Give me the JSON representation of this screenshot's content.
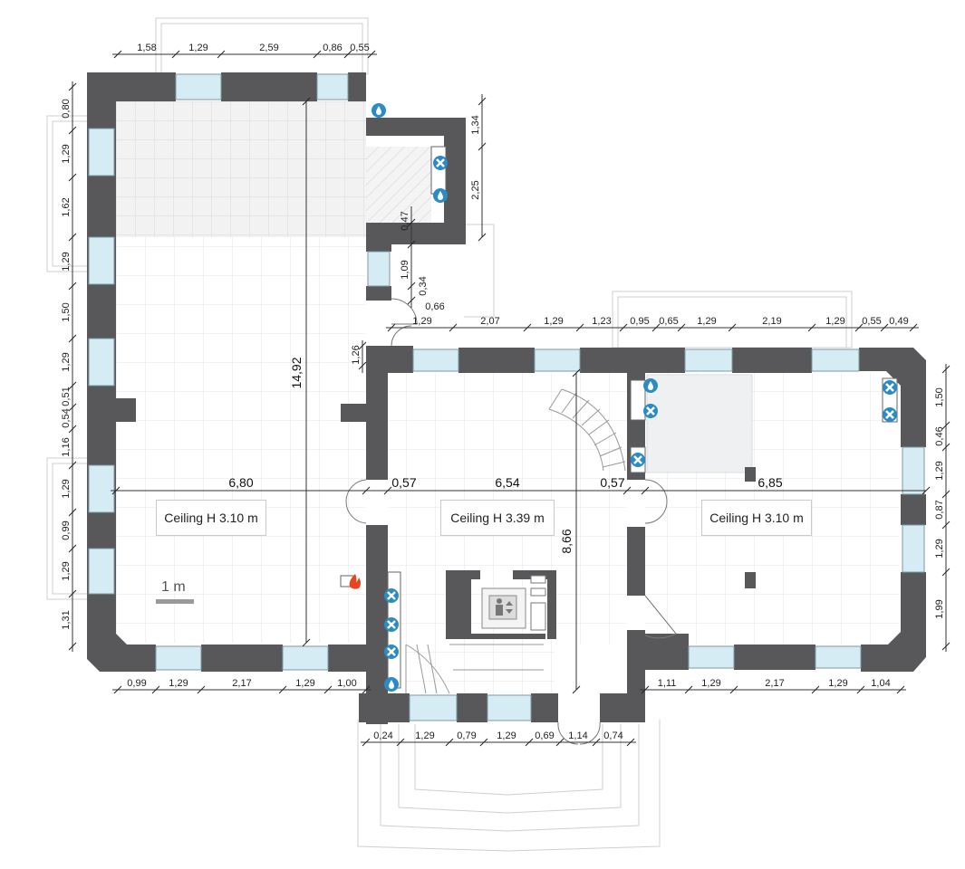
{
  "labels": {
    "ceiling_left": "Ceiling H 3.10 m",
    "ceiling_center": "Ceiling H 3.39 m",
    "ceiling_right": "Ceiling H 3.10 m",
    "scale": "1 m"
  },
  "dims": {
    "top_left": [
      "1,58",
      "1,29",
      "2,59",
      "0,86",
      "0,55"
    ],
    "top_right": [
      "1,29",
      "2,07",
      "1,29",
      "1,23",
      "0,95",
      "0,65",
      "1,29",
      "2,19",
      "1,29",
      "0,55",
      "0,49"
    ],
    "left": [
      "0,80",
      "1,29",
      "1,62",
      "1,29",
      "1,50",
      "1,29",
      "0,51",
      "0,54",
      "1,16",
      "1,29",
      "0,99",
      "1,29",
      "1,31"
    ],
    "right": [
      "1,50",
      "0,46",
      "1,29",
      "0,87",
      "1,29",
      "1,99"
    ],
    "bottom_left": [
      "0,99",
      "1,29",
      "2,17",
      "1,29",
      "1,00"
    ],
    "bottom_right": [
      "1,11",
      "1,29",
      "2,17",
      "1,29",
      "1,04"
    ],
    "entrance": [
      "0,24",
      "1,29",
      "0,79",
      "1,29",
      "0,69",
      "1,14",
      "0,74"
    ],
    "inner": [
      "1,34",
      "2,25",
      "0,47",
      "1,09",
      "0,34",
      "0,66",
      "1,26"
    ],
    "middle_row": [
      "6,80",
      "0,57",
      "6,54",
      "0,57",
      "6,85"
    ],
    "long": [
      "14,92",
      "8,66"
    ]
  },
  "icons": {
    "water": "water-drop-icon",
    "fan": "ventilation-fan-icon",
    "fire": "fireplace-icon",
    "elevator": "elevator-icon"
  },
  "colors": {
    "wall": "#58585a",
    "window": "#d5ecf4",
    "grid": "#e2e2e2",
    "dimension": "#222222",
    "icon_blue": "#2b8bc6",
    "fire": "#e8441e"
  }
}
